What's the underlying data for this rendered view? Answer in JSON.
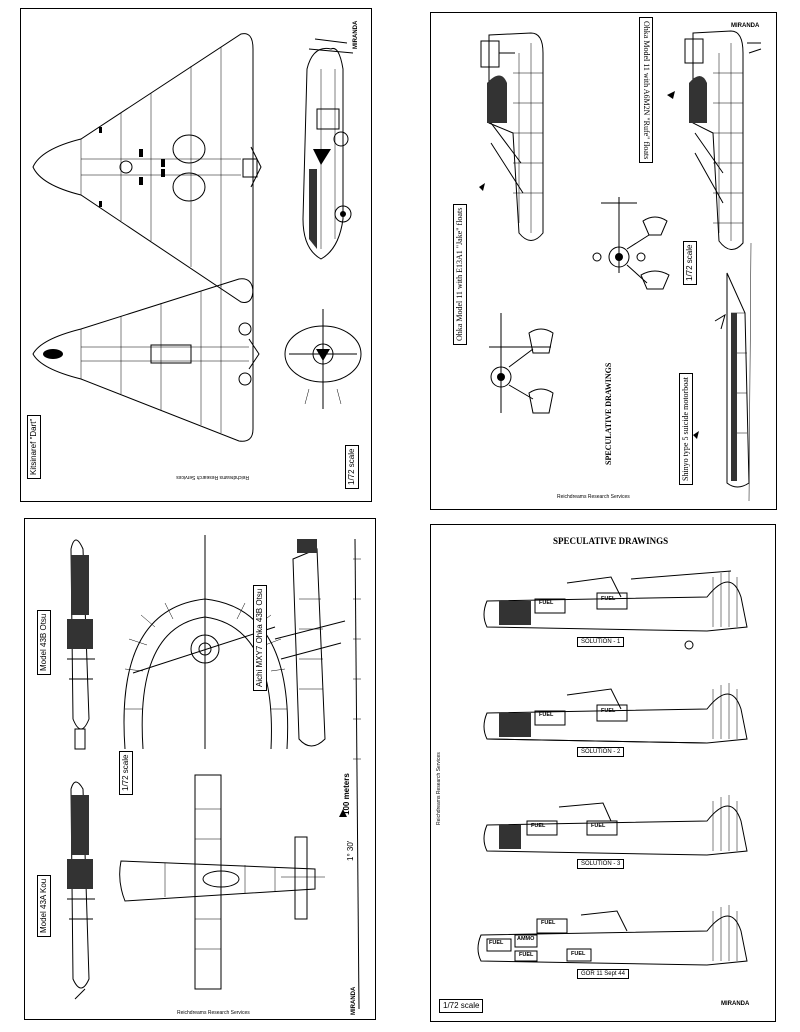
{
  "sheets": {
    "dart": {
      "label": "Kitsinaref \"Dart\"",
      "scale": "1/72 scale",
      "credit": "Reichdreams Research Services",
      "logo": "MIRANDA"
    },
    "floats": {
      "jake": "Ohka Model 11 with E13A1 \"Jake\" floats",
      "rufe": "Ohka Model 11 with A6M2N \"Rufe\" floats",
      "scale": "1/72 scale",
      "spec": "SPECULATIVE DRAWINGS",
      "shinyo": "Shinyo type 5 suicide motorboat",
      "credit": "Reichdreams Research Services",
      "logo": "MIRANDA"
    },
    "otsu": {
      "model43b": "Model 43B Otsu",
      "model43a": "Model 43A Kou",
      "aichi": "Aichi MXY7 Ohka 43B Otsu",
      "scale": "1/72 scale",
      "distance": "100 meters",
      "angle": "1° 30'",
      "credit": "Reichdreams Research Services",
      "logo": "MIRANDA"
    },
    "solutions": {
      "title": "SPECULATIVE DRAWINGS",
      "sol1": "SOLUTION - 1",
      "sol2": "SOLUTION - 2",
      "sol3": "SOLUTION - 3",
      "gor": "GOR 11 Sept 44",
      "scale": "1/72 scale",
      "credit": "Reichdreams Research Services",
      "logo": "MIRANDA",
      "fuel": "FUEL",
      "ammo": "AMMO"
    }
  }
}
